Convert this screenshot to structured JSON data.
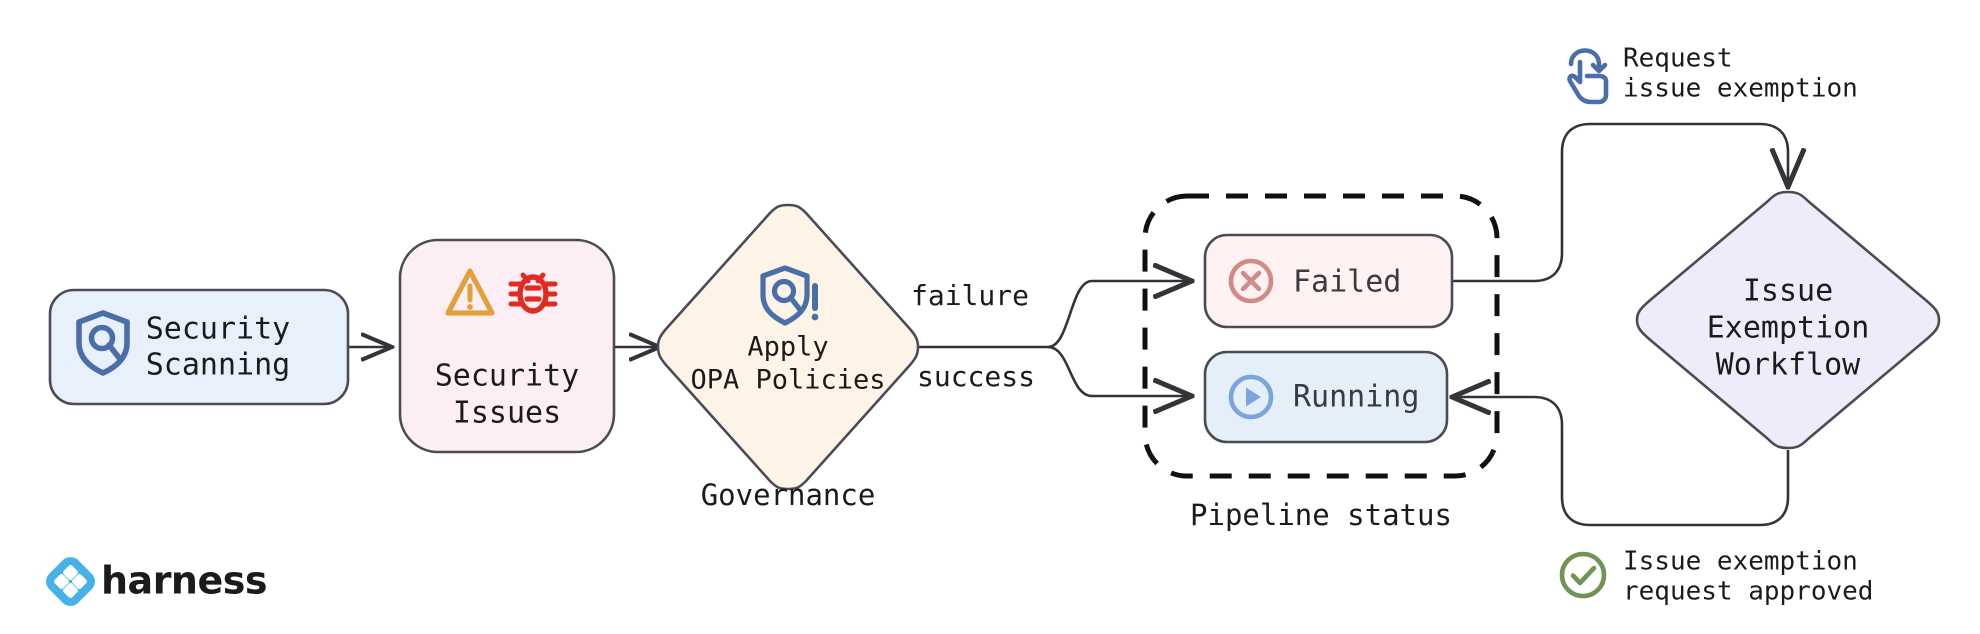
{
  "diagram": {
    "title": "Harness security scanning governance and issue exemption flow",
    "background": "#ffffff"
  },
  "nodes": {
    "security_scanning": {
      "label_line1": "Security",
      "label_line2": "Scanning",
      "icon": "shield-search-icon",
      "fill": "#e8f1fb",
      "stroke": "#4b4b55",
      "icon_color": "#4a6fa8"
    },
    "security_issues": {
      "label_line1": "Security",
      "label_line2": "Issues",
      "icon_warning": "warning-triangle-icon",
      "icon_bug": "bug-icon",
      "fill": "#fdeef4",
      "stroke": "#4b4b55",
      "warning_color": "#e0a03c",
      "bug_color": "#e02b20"
    },
    "apply_opa_policies": {
      "label_line1": "Apply",
      "label_line2": "OPA Policies",
      "caption": "Governance",
      "icon": "shield-search-alert-icon",
      "fill": "#fdf3e7",
      "stroke": "#4b4b55",
      "icon_color": "#4a6fa8"
    },
    "failed": {
      "label": "Failed",
      "icon": "x-circle-icon",
      "fill": "#fdf1f1",
      "stroke": "#4b4b55",
      "icon_color": "#d08a87"
    },
    "running": {
      "label": "Running",
      "icon": "play-circle-icon",
      "fill": "#e4eff9",
      "stroke": "#4b4b55",
      "icon_color": "#7ba4dd"
    },
    "issue_exemption_workflow": {
      "label_line1": "Issue",
      "label_line2": "Exemption",
      "label_line3": "Workflow",
      "fill": "#eeecfa",
      "stroke": "#4b4b55"
    }
  },
  "groups": {
    "pipeline_status": {
      "label": "Pipeline status",
      "style": "dashed",
      "stroke": "#111111"
    }
  },
  "edge_labels": {
    "failure": "failure",
    "success": "success"
  },
  "annotations": {
    "request_exemption": {
      "line1": "Request",
      "line2": "issue exemption",
      "icon": "hand-click-icon",
      "icon_color": "#4a6fa8"
    },
    "request_approved": {
      "line1": "Issue exemption",
      "line2": "request approved",
      "icon": "check-circle-icon",
      "icon_color": "#6f9453"
    }
  },
  "branding": {
    "wordmark": "harness",
    "logo_icon": "harness-logo-icon",
    "logo_color": "#46b2e5"
  }
}
